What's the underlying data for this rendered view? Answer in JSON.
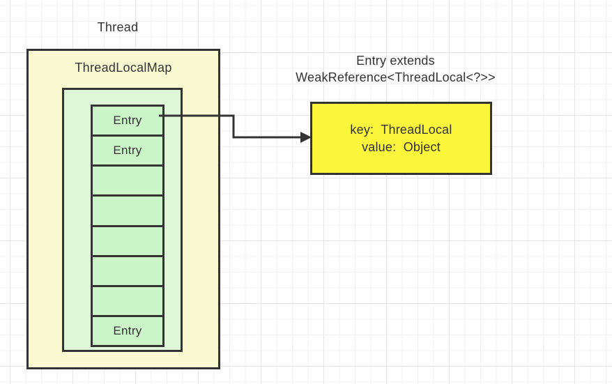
{
  "canvas": {
    "background": "#ffffff",
    "grid": {
      "minor_color": "#f0f0f0",
      "major_color": "#e4e4e4"
    }
  },
  "thread": {
    "label": "Thread"
  },
  "threadlocalmap": {
    "title": "ThreadLocalMap",
    "fill": "#fafad2",
    "border_color": "#333333"
  },
  "entry_table": {
    "fill": "#dff7d8",
    "border_color": "#333333"
  },
  "entry_stack": {
    "cell_fill": "#cbf5c9",
    "border_color": "#333333",
    "cells": [
      "Entry",
      "Entry",
      "",
      "",
      "",
      "",
      "",
      "Entry"
    ]
  },
  "entry_note": {
    "line1": "Entry extends",
    "line2": "WeakReference<ThreadLocal<?>>"
  },
  "entry_detail": {
    "fill": "#fbf53b",
    "border_color": "#333333",
    "key_line": "key:  ThreadLocal",
    "value_line": "value:  Object"
  },
  "arrow": {
    "color": "#333333"
  }
}
